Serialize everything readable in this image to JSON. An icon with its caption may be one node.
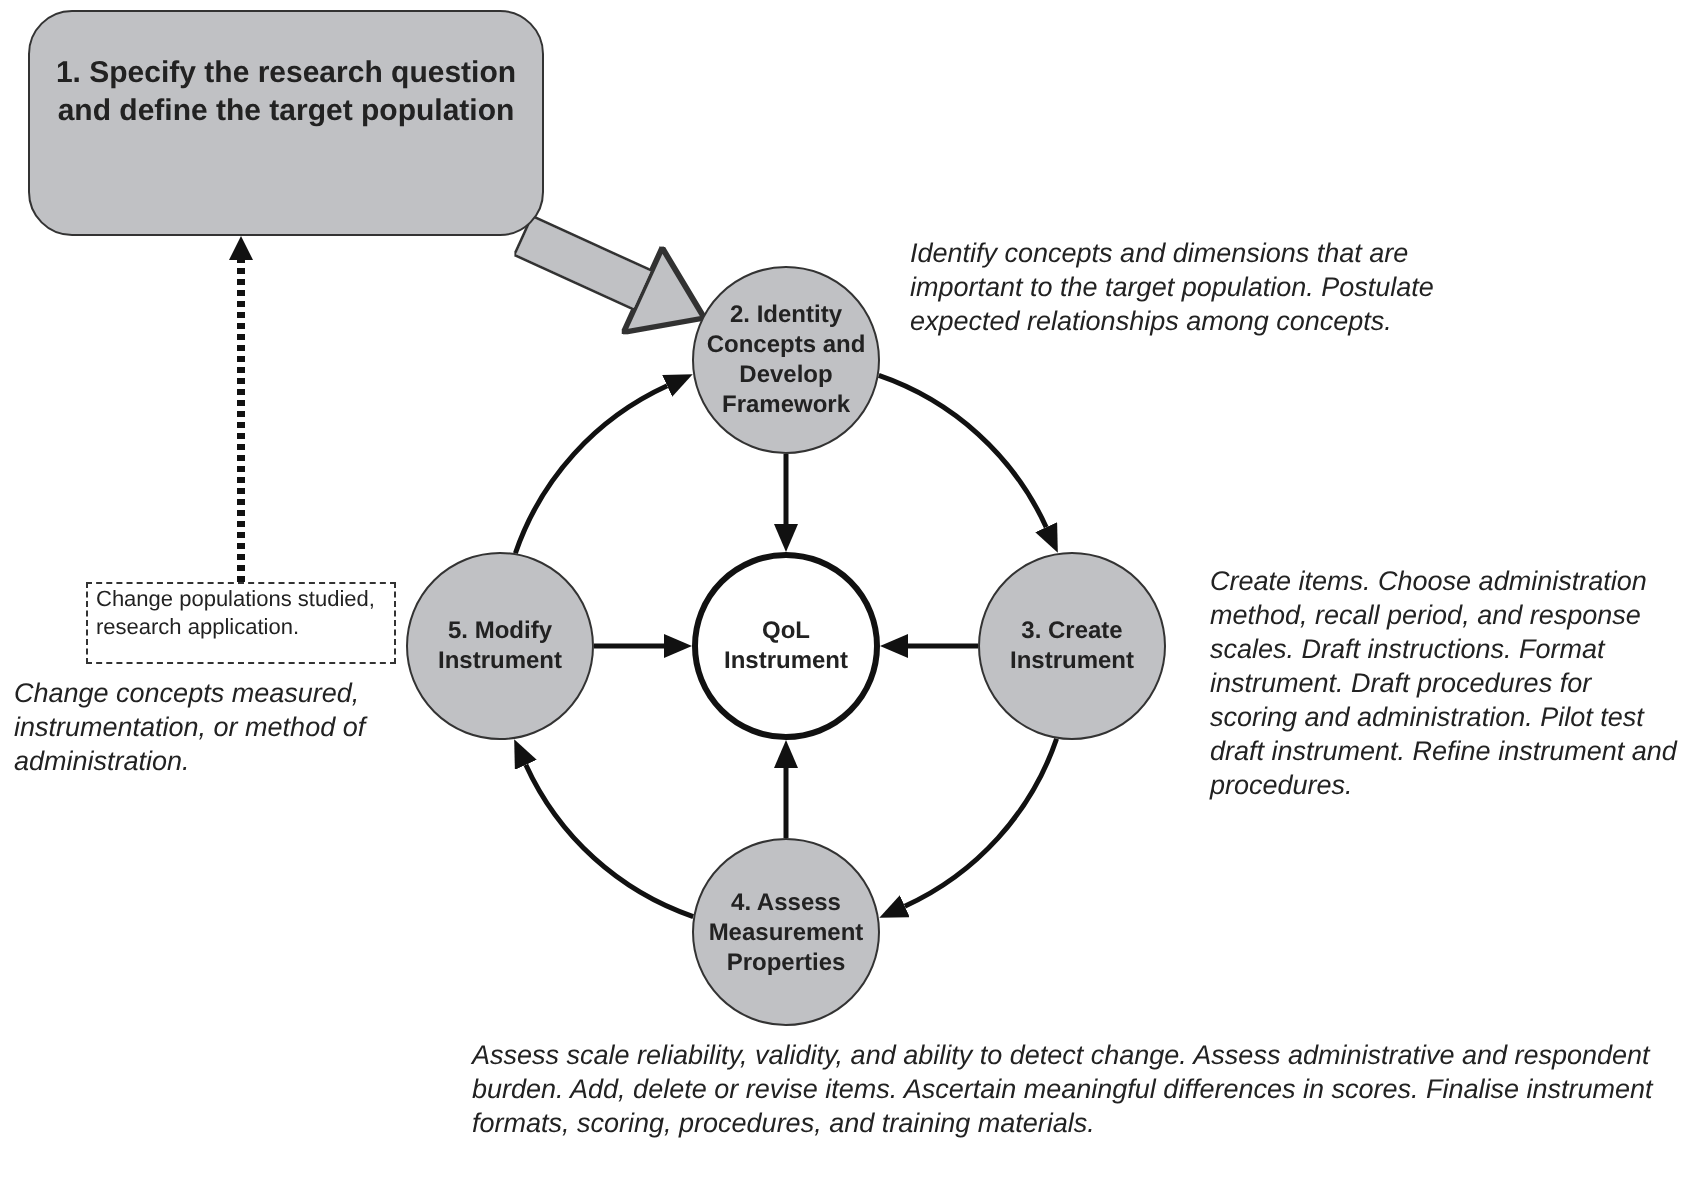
{
  "diagram": {
    "nodes": [
      {
        "text": [
          "1. Specify the research question and define the target population"
        ]
      },
      {
        "text": [
          "2. Identity Concepts and Develop Framework"
        ],
        "beside": [
          "Identify concepts and dimensions that are important to the target population. Postulate expected relationships among concepts."
        ]
      },
      {
        "text": [
          "QoL Instrument"
        ]
      },
      {
        "text": [
          "3. Create Instrument"
        ],
        "beside": [
          "Create items. Choose administration method, recall period, and response scales. Draft instructions. Format instrument. Draft procedures for scoring and administration. Pilot test draft instrument. Refine instrument and procedures."
        ]
      },
      {
        "text": [
          "4. Assess Measurement Properties"
        ],
        "beside": [
          "Assess scale reliability, validity, and ability to detect change. Assess administrative and respondent burden. Add, delete or revise items. Ascertain meaningful differences in scores. Finalise instrument formats, scoring, procedures, and training materials."
        ]
      },
      {
        "text": [
          "5. Modify Instrument"
        ]
      },
      {
        "text": [
          "Change populations studied, research application."
        ],
        "beside": [
          "Change concepts measured, instrumentation, or method of administration."
        ]
      }
    ],
    "edges": [
      {
        "from": 0,
        "to": 1,
        "arrow": "to",
        "style": "thick",
        "color": "#c0c1c4"
      },
      {
        "from": 1,
        "to": 3,
        "arrow": "to"
      },
      {
        "from": 3,
        "to": 4,
        "arrow": "to"
      },
      {
        "from": 4,
        "to": 5,
        "arrow": "to"
      },
      {
        "from": 5,
        "to": 1,
        "arrow": "to"
      },
      {
        "from": 1,
        "to": 2,
        "arrow": "to"
      },
      {
        "from": 3,
        "to": 2,
        "arrow": "to"
      },
      {
        "from": 4,
        "to": 2,
        "arrow": "to"
      },
      {
        "from": 5,
        "to": 2,
        "arrow": "to"
      },
      {
        "from": 6,
        "to": 0,
        "arrow": "to",
        "style": "dashed"
      }
    ]
  }
}
